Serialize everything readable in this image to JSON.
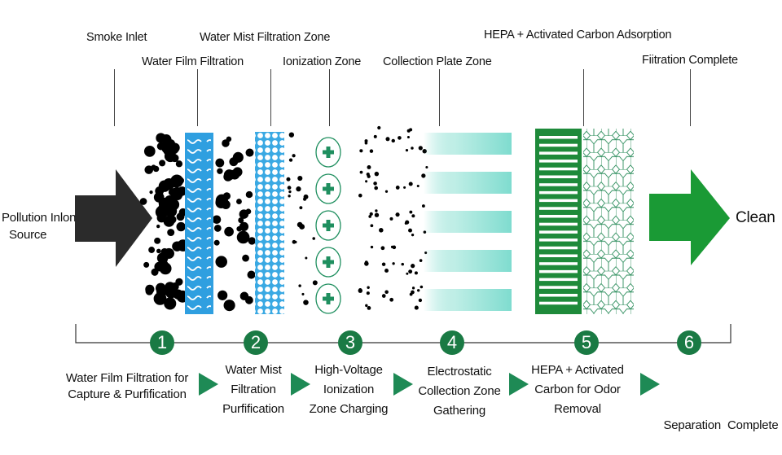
{
  "top_labels": {
    "smoke_inlet": "Smoke Inlet",
    "water_mist_zone": "Water Mist Filtration Zone",
    "water_film": "Water Film Filtration",
    "ionization_zone": "Ionization Zone",
    "collection_plate": "Collection Plate Zone",
    "hepa_carbon": "HEPA + Activated Carbon Adsorption",
    "filtration_complete": "Fiitration Complete"
  },
  "source_label_line1": "Pollution Inlon",
  "source_label_line2": "Source",
  "clean_label": "Clean",
  "colors": {
    "inlet_arrow": "#2b2b2b",
    "water_film": "#2f9fe0",
    "water_mist": "#3aa9e3",
    "ion_green": "#1f8f5f",
    "collection_plate": "#7fdccf",
    "hepa": "#1e8a3a",
    "clean_arrow": "#1a9a35",
    "step_badge": "#1a7a44",
    "step_arrow": "#1e8a55"
  },
  "steps": [
    {
      "num": "1",
      "lines": [
        "Water Film Filtration for",
        "Capture & Purfification"
      ]
    },
    {
      "num": "2",
      "lines": [
        "Water Mist",
        "Filtration",
        "Purfification"
      ]
    },
    {
      "num": "3",
      "lines": [
        "High-Voltage",
        "Ionization",
        "Zone Charging"
      ]
    },
    {
      "num": "4",
      "lines": [
        "Electrostatic",
        "Collection Zone",
        "Gathering"
      ]
    },
    {
      "num": "5",
      "lines": [
        "HEPA + Activated",
        "Carbon for Odor",
        "Removal"
      ]
    },
    {
      "num": "6",
      "lines": [
        "Separation  Complete"
      ]
    }
  ]
}
